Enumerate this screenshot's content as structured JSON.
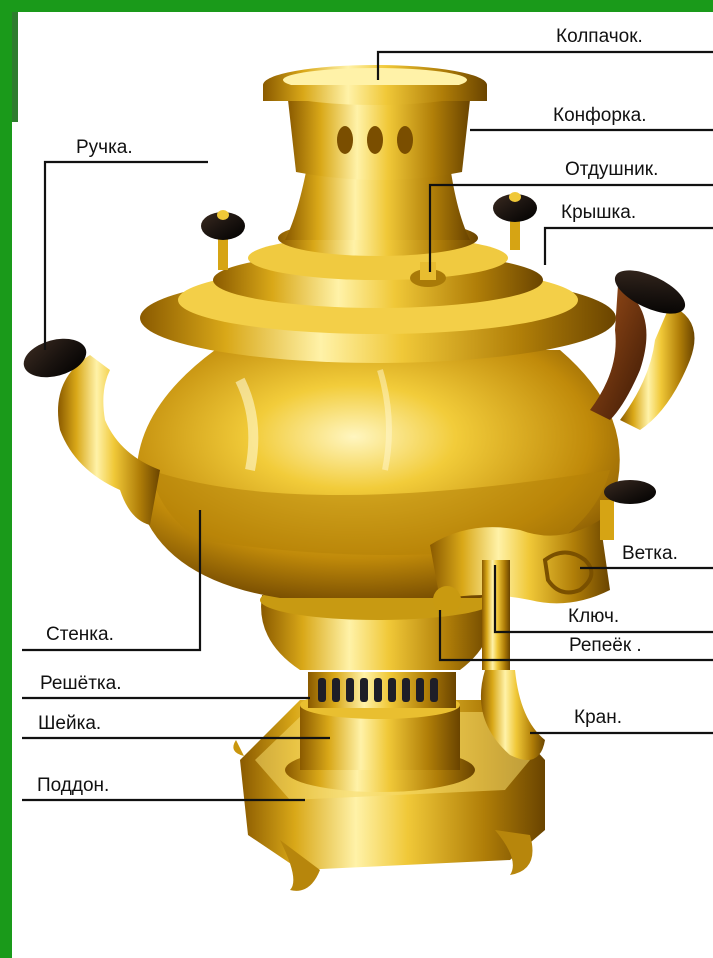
{
  "labels": {
    "kolpachok": "Колпачок.",
    "konforka": "Конфорка.",
    "otdushnik": "Отдушник.",
    "kryshka": "Крышка.",
    "ruchka": "Ручка.",
    "vetka": "Ветка.",
    "klyuch": "Ключ.",
    "repeyok": "Репеёк .",
    "stenka": "Стенка.",
    "reshyotka": "Решётка.",
    "sheyka": "Шейка.",
    "kran": "Кран.",
    "poddon": "Поддон."
  },
  "colors": {
    "frame": "#1a9a1a",
    "brass_light": "#fff2a8",
    "brass_mid": "#e0b520",
    "brass_dark": "#8a5a00",
    "handle_black": "#1b1410",
    "handle_brown": "#6b3210"
  }
}
